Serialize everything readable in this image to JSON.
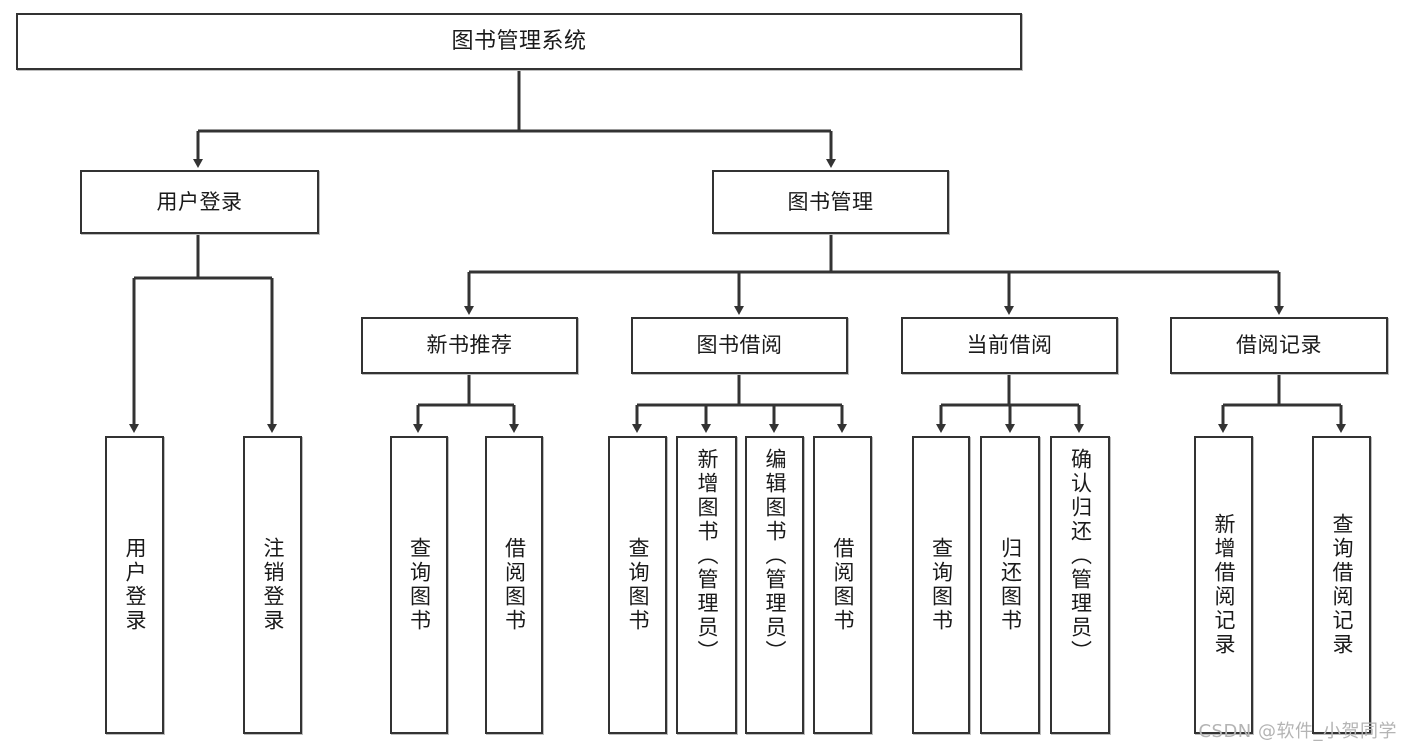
{
  "diagram": {
    "title": "图书管理系统",
    "watermark": "CSDN @软件_小贺同学",
    "line_color": "#333333",
    "box_border_color": "#333333",
    "box_fill_color": "#ffffff",
    "text_color": "#1a1a1a",
    "watermark_color": "#b4b4b4"
  },
  "nodes": {
    "root": {
      "label": "图书管理系统"
    },
    "level2": [
      {
        "label": "用户登录"
      },
      {
        "label": "图书管理"
      }
    ],
    "level3": [
      {
        "label": "新书推荐"
      },
      {
        "label": "图书借阅"
      },
      {
        "label": "当前借阅"
      },
      {
        "label": "借阅记录"
      }
    ],
    "leaves": {
      "user_login": [
        {
          "label": "用户登录"
        },
        {
          "label": "注销登录"
        }
      ],
      "new_book_recommend": [
        {
          "label": "查询图书"
        },
        {
          "label": "借阅图书"
        }
      ],
      "book_borrow": [
        {
          "label": "查询图书"
        },
        {
          "label": "新增图书（管理员）"
        },
        {
          "label": "编辑图书（管理员）"
        },
        {
          "label": "借阅图书"
        }
      ],
      "current_borrow": [
        {
          "label": "查询图书"
        },
        {
          "label": "归还图书"
        },
        {
          "label": "确认归还（管理员）"
        }
      ],
      "borrow_record": [
        {
          "label": "新增借阅记录"
        },
        {
          "label": "查询借阅记录"
        }
      ]
    }
  }
}
